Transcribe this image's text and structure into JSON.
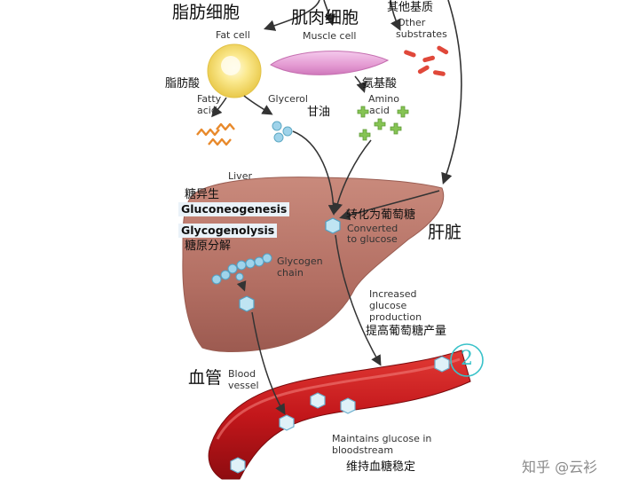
{
  "labels": {
    "fat_cell_zh": "脂肪细胞",
    "fat_cell_en": "Fat cell",
    "muscle_cell_zh": "肌肉细胞",
    "muscle_cell_en": "Muscle cell",
    "other_zh": "其他基质",
    "other_en_1": "Other",
    "other_en_2": "substrates",
    "fatty_acid_zh": "脂肪酸",
    "fatty_acid_en_1": "Fatty",
    "fatty_acid_en_2": "acid",
    "glycerol_en": "Glycerol",
    "glycerol_zh": "甘油",
    "amino_zh": "氨基酸",
    "amino_en_1": "Amino",
    "amino_en_2": "acid",
    "liver_en": "Liver",
    "liver_zh": "肝脏",
    "gluconeo_zh": "糖异生",
    "gluconeo_en": "Gluconeogenesis",
    "glycogenolysis_en": "Glycogenolysis",
    "glycogenolysis_zh": "糖原分解",
    "glycogen_chain_1": "Glycogen",
    "glycogen_chain_2": "chain",
    "converted_zh": "转化为葡萄糖",
    "converted_en_1": "Converted",
    "converted_en_2": "to glucose",
    "increased_1": "Increased",
    "increased_2": "glucose",
    "increased_3": "production",
    "increased_zh": "提高葡萄糖产量",
    "blood_zh": "血管",
    "blood_en_1": "Blood",
    "blood_en_2": "vessel",
    "maintains_1": "Maintains glucose in",
    "maintains_2": "bloodstream",
    "maintains_zh": "维持血糖稳定",
    "circle_number": "2",
    "watermark": "知乎 @云衫"
  },
  "colors": {
    "fat_cell": "#f6e27a",
    "muscle_cell": "#e9a6d8",
    "substrate": "#e0483a",
    "fatty_acid": "#e8892b",
    "glycerol": "#7fc6dc",
    "amino": "#7fbf4f",
    "liver": "#b9776b",
    "vessel": "#c3171b",
    "glucose": "#9fd3ea",
    "circle": "#39c2c9",
    "arrow": "#333333"
  }
}
